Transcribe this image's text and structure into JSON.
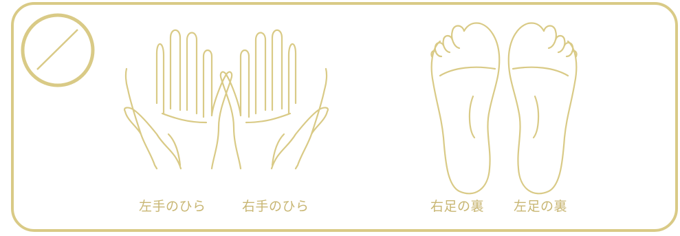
{
  "colors": {
    "accent": "#D9CA86",
    "label": "#C8B673",
    "background": "#FFFFFF"
  },
  "icons": {
    "prohibited": "prohibited-icon",
    "left_palm": "left-palm-icon",
    "right_palm": "right-palm-icon",
    "right_sole": "right-sole-icon",
    "left_sole": "left-sole-icon"
  },
  "labels": {
    "left_palm": "左手のひら",
    "right_palm": "右手のひら",
    "right_sole": "右足の裏",
    "left_sole": "左足の裏"
  }
}
